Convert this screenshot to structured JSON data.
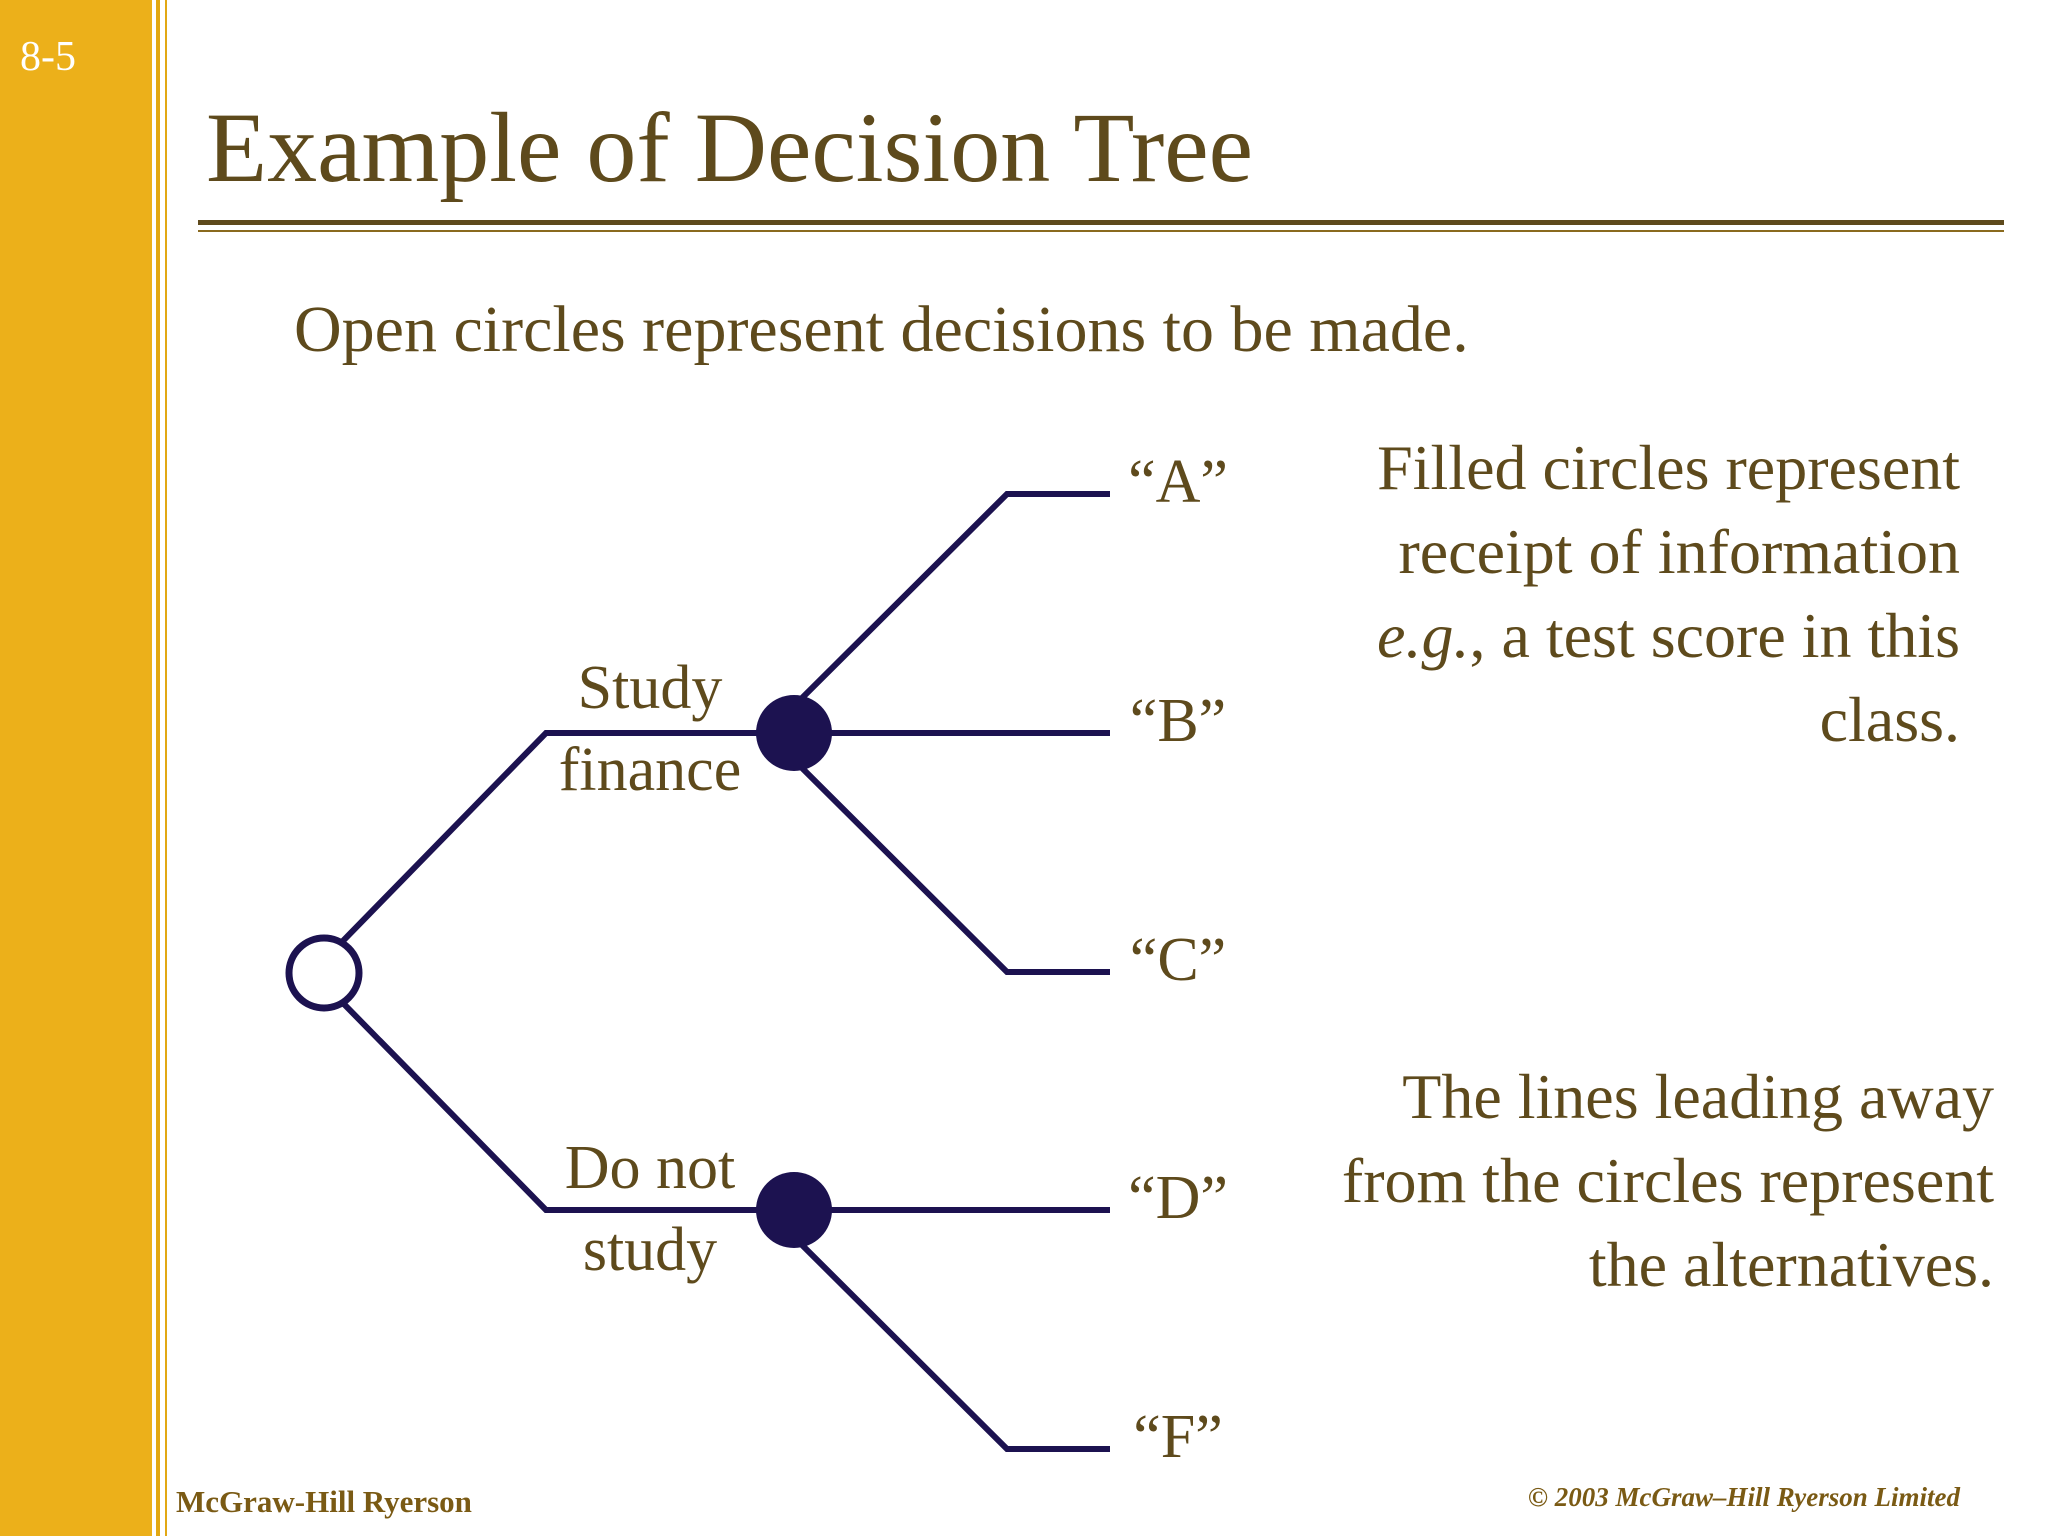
{
  "slide": {
    "number": "8-5",
    "title": "Example of Decision Tree",
    "subtitle": "Open circles represent decisions to be made."
  },
  "notes": {
    "filled_circles": {
      "line1": "Filled circles represent",
      "line2": "receipt of information",
      "line3_italic": "e.g.",
      "line3_rest": ", a test score in this",
      "line4": "class."
    },
    "lines": {
      "line1": "The lines leading away",
      "line2": "from the circles represent",
      "line3": "the alternatives."
    }
  },
  "tree": {
    "root": {
      "type": "decision",
      "symbol": "open-circle"
    },
    "branches": [
      {
        "label_line1": "Study",
        "label_line2": "finance",
        "node": {
          "type": "information",
          "symbol": "filled-circle"
        },
        "outcomes": [
          "“A”",
          "“B”",
          "“C”"
        ]
      },
      {
        "label_line1": "Do not",
        "label_line2": "study",
        "node": {
          "type": "information",
          "symbol": "filled-circle"
        },
        "outcomes": [
          "“D”",
          "“F”"
        ]
      }
    ]
  },
  "footer": {
    "publisher": "McGraw-Hill Ryerson",
    "copyright": "© 2003 McGraw–Hill Ryerson  Limited"
  },
  "colors": {
    "sidebar": "#ecb01a",
    "text": "#5e4a1c",
    "tree_lines": "#1c1250",
    "footer_text": "#7a5a14"
  }
}
